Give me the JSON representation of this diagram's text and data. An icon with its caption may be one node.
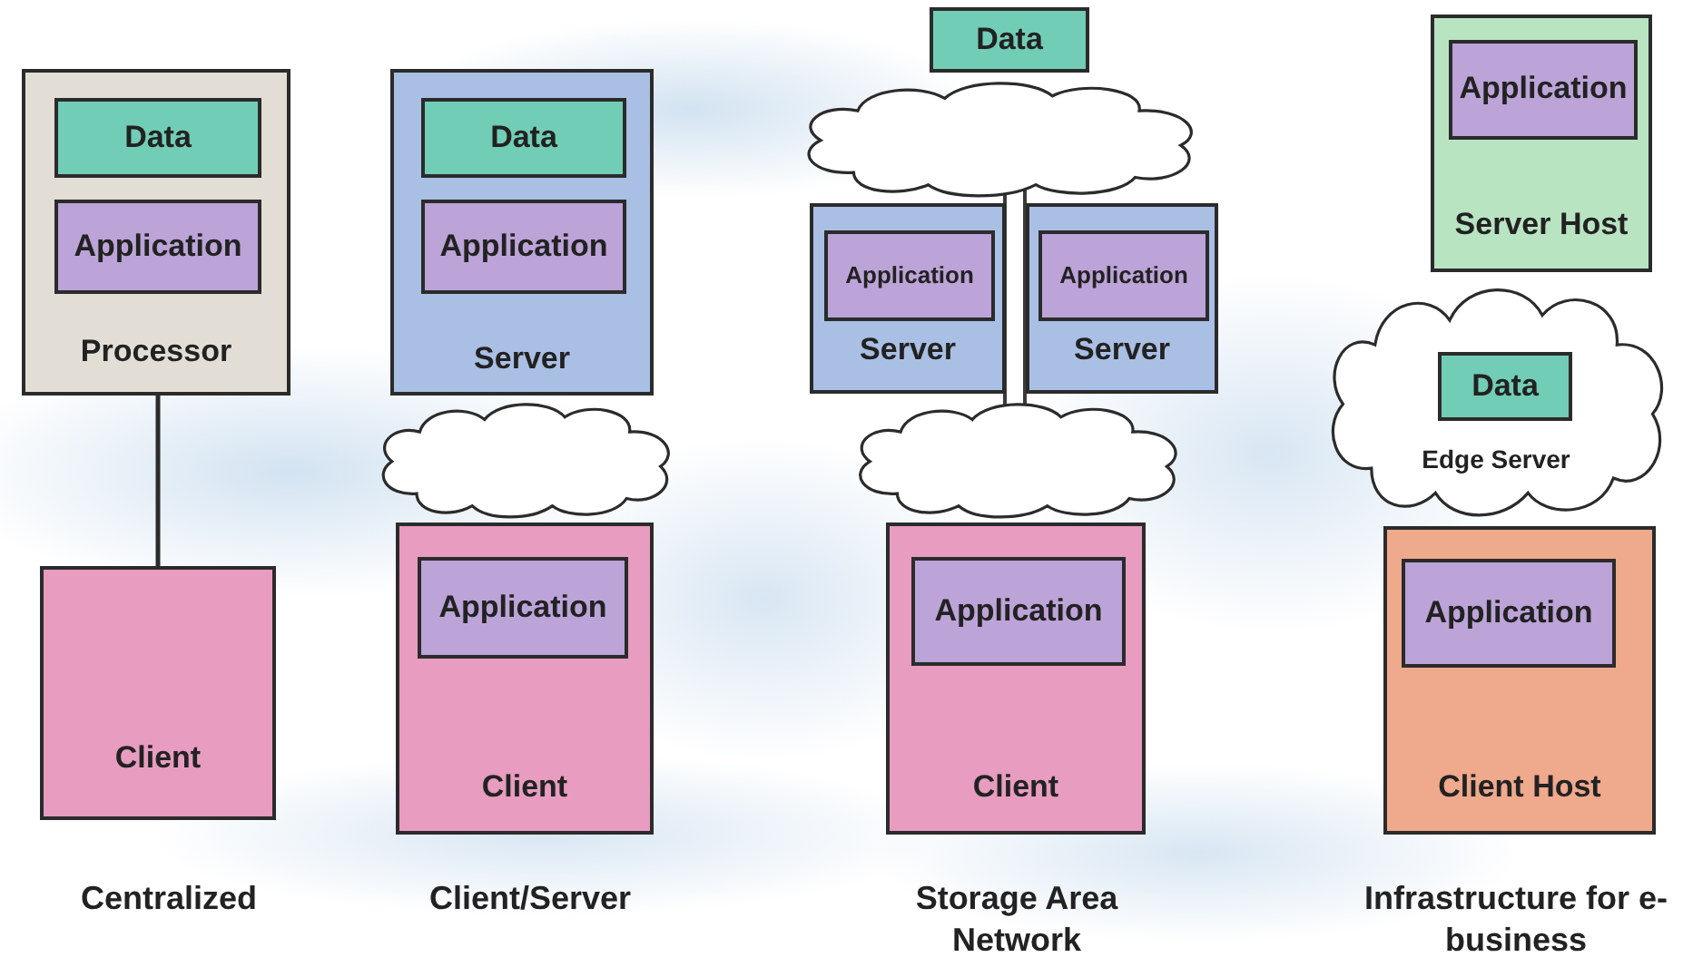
{
  "diagram": {
    "nodes": [
      {
        "text": [
          "Processor"
        ]
      },
      {
        "text": [
          "Data"
        ],
        "in": 0
      },
      {
        "text": [
          "Application"
        ],
        "in": 0
      },
      {
        "text": [
          "Client"
        ]
      },
      {
        "text": [
          "Server"
        ]
      },
      {
        "text": [
          "Data"
        ],
        "in": 4
      },
      {
        "text": [
          "Application"
        ],
        "in": 4
      },
      {
        "text": [],
        "shape": "cloud"
      },
      {
        "text": [
          "Client"
        ]
      },
      {
        "text": [
          "Application"
        ],
        "in": 8
      },
      {
        "text": [
          "Data"
        ]
      },
      {
        "text": [],
        "shape": "cloud"
      },
      {
        "text": [
          "Server"
        ]
      },
      {
        "text": [
          "Application"
        ],
        "in": 12
      },
      {
        "text": [
          "Server"
        ]
      },
      {
        "text": [
          "Application"
        ],
        "in": 14
      },
      {
        "text": [],
        "shape": "cloud"
      },
      {
        "text": [
          "Client"
        ]
      },
      {
        "text": [
          "Application"
        ],
        "in": 17
      },
      {
        "text": [
          "Server Host"
        ]
      },
      {
        "text": [
          "Application"
        ],
        "in": 19
      },
      {
        "text": [
          "Edge Server"
        ]
      },
      {
        "text": [
          "Data"
        ],
        "in": 21
      },
      {
        "text": [
          "Client Host"
        ]
      },
      {
        "text": [
          "Application"
        ],
        "in": 23
      }
    ],
    "edges": [
      {
        "from": 0,
        "to": 3,
        "arrow": "none"
      },
      {
        "from": 11,
        "to": 16,
        "arrow": "none",
        "style": "thick"
      }
    ],
    "labels": [
      "Centralized",
      "Client/Server",
      "Storage Area Network",
      "Infrastructure for e-business"
    ]
  }
}
